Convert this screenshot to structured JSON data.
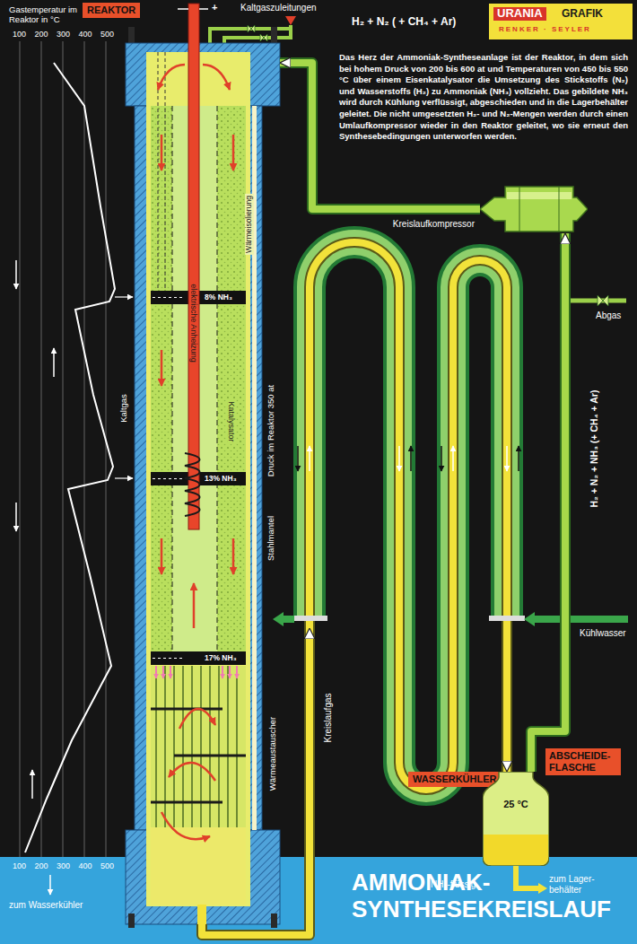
{
  "diagram": {
    "title": "AMMONIAK- SYNTHESEKREISLAUF",
    "nodes": [
      {
        "text": [
          "REAKTOR"
        ]
      },
      {
        "text": [
          "Kreislaufkompressor"
        ]
      },
      {
        "text": [
          "WASSERKÜHLER"
        ]
      },
      {
        "text": [
          "ABSCHEIDE- FLASCHE",
          "25 °C"
        ]
      }
    ],
    "edges": [
      {
        "from": 0,
        "to": 2,
        "arrow": "to",
        "label": "Kreislaufgas"
      },
      {
        "from": 2,
        "to": 3,
        "arrow": "to"
      },
      {
        "from": 3,
        "to": 1,
        "arrow": "to",
        "label": "H₂ + N₂ + NH₃ (+ CH₄ + Ar)"
      },
      {
        "from": 1,
        "to": 0,
        "arrow": "to"
      }
    ],
    "labels": [
      "Gastemperatur im Reaktor in °C",
      "100 200 300 400 500",
      "+",
      "Kaltgaszuleitungen",
      "H₂ + N₂ ( + CH₄ + Ar)",
      "URANIA",
      "GRAFIK",
      "RENKER · SEYLER",
      "Das Herz der Ammoniak-Syntheseanlage ist der Reaktor, in dem sich bei hohem Druck von 200 bis 600 at und Temperaturen von 450 bis 550 °C über einem Eisenkatalysator die Umsetzung des Stickstoffs (N₂) und Wasserstoffs (H₂) zu Ammoniak (NH₃) vollzieht. Das gebildete NH₃ wird durch Kühlung verflüssigt, abgeschieden und in die Lagerbehälter geleitet. Die nicht umgesetzten H₂- und N₂-Mengen werden durch einen Umlaufkompressor wieder in den Reaktor geleitet, wo sie erneut den Synthesebedingungen unterworfen werden.",
      "Wärmeisolierung",
      "elektrische Anheizung",
      "8% NH₃",
      "Kaltgas",
      "Katalysator",
      "Druck im Reaktor 350 at",
      "13% NH₃",
      "Stahlmantel",
      "Abgas",
      "Kühlwasser",
      "17% NH₃",
      "Wärmeaustauscher",
      "NH₃-flüssig",
      "zum Lager- behälter",
      "100 200 300 400 500",
      "zum Wasserkühler"
    ]
  }
}
